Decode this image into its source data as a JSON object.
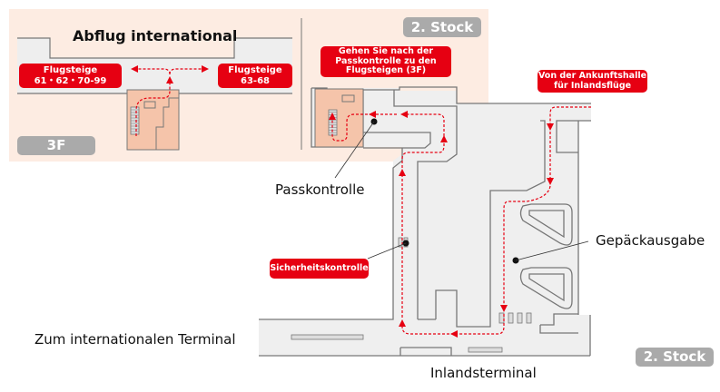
{
  "map_title_3f_area": "Abflug international",
  "badges": {
    "floor_3f": "3F",
    "floor_2_top": "2. Stock",
    "floor_2_bottom": "2. Stock"
  },
  "callouts": {
    "gates_left_line1": "Flugsteige",
    "gates_left_line2": "61・62・70-99",
    "gates_right_line1": "Flugsteige",
    "gates_right_line2": "63-68",
    "after_passport_line1": "Gehen Sie nach der",
    "after_passport_line2": "Passkontrolle zu den",
    "after_passport_line3": "Flugsteigen (3F)",
    "from_arrival_line1": "Von der Ankunftshalle",
    "from_arrival_line2": "für Inlandsflüge",
    "security": "Sicherheitskontrolle"
  },
  "labels": {
    "passport_control": "Passkontrolle",
    "baggage_claim": "Gepäckausgabe",
    "to_international": "Zum internationalen Terminal",
    "domestic_terminal": "Inlandsterminal"
  },
  "colors": {
    "accent_red": "#e60012",
    "peach_bg": "#fdece2",
    "room_fill": "#f0f0f0",
    "stair_area": "#f5c4aa",
    "wall": "#777777",
    "badge_grey": "#aaaaaa"
  }
}
